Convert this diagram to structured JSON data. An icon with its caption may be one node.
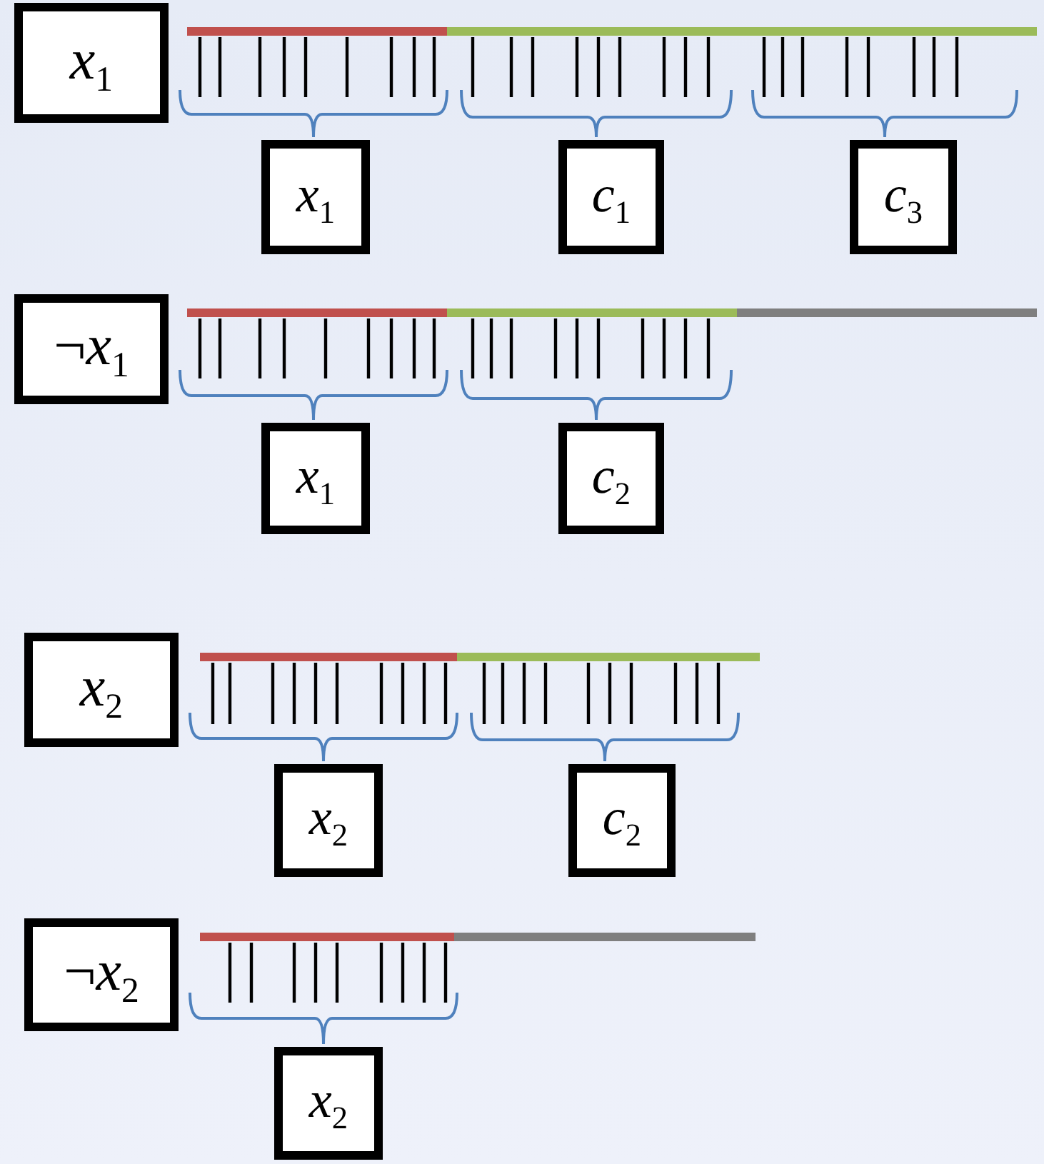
{
  "diagram": {
    "nodes": [
      {
        "text": [
          "*x*$_{1}$"
        ]
      },
      {
        "text": [
          "*x*$_{1}$"
        ]
      },
      {
        "text": [
          "*c*$_{1}$"
        ]
      },
      {
        "text": [
          "*c*$_{3}$"
        ]
      },
      {
        "text": [
          "¬*x*$_{1}$"
        ]
      },
      {
        "text": [
          "*x*$_{1}$"
        ]
      },
      {
        "text": [
          "*c*$_{2}$"
        ]
      },
      {
        "text": [
          "*x*$_{2}$"
        ]
      },
      {
        "text": [
          "*x*$_{2}$"
        ]
      },
      {
        "text": [
          "*c*$_{2}$"
        ]
      },
      {
        "text": [
          "¬*x*$_{2}$"
        ]
      },
      {
        "text": [
          "*x*$_{2}$"
        ]
      }
    ]
  }
}
